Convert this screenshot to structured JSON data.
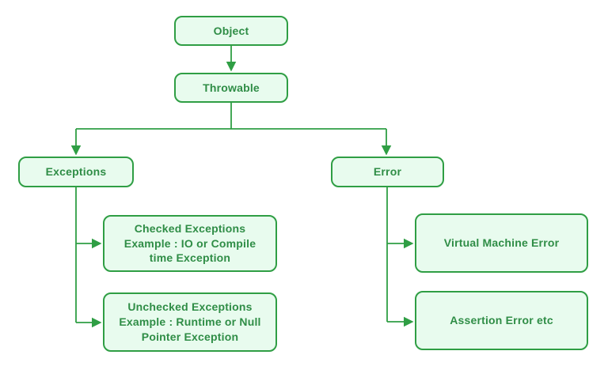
{
  "theme": {
    "accent": "#2f9e44",
    "box_fill": "#e8fbee",
    "text": "#2f8d46",
    "background": "#ffffff"
  },
  "diagram": {
    "type": "flowchart-hierarchy",
    "nodes": {
      "object": {
        "label": "Object"
      },
      "throwable": {
        "label": "Throwable"
      },
      "exceptions": {
        "label": "Exceptions"
      },
      "error": {
        "label": "Error"
      },
      "checked": {
        "label": "Checked Exceptions\nExample : IO or Compile\ntime Exception"
      },
      "unchecked": {
        "label": "Unchecked Exceptions\nExample : Runtime or Null\nPointer Exception"
      },
      "vm_error": {
        "label": "Virtual Machine Error"
      },
      "assertion": {
        "label": "Assertion Error etc"
      }
    },
    "edges": [
      {
        "from": "object",
        "to": "throwable"
      },
      {
        "from": "throwable",
        "to": "exceptions"
      },
      {
        "from": "throwable",
        "to": "error"
      },
      {
        "from": "exceptions",
        "to": "checked"
      },
      {
        "from": "exceptions",
        "to": "unchecked"
      },
      {
        "from": "error",
        "to": "vm_error"
      },
      {
        "from": "error",
        "to": "assertion"
      }
    ]
  }
}
